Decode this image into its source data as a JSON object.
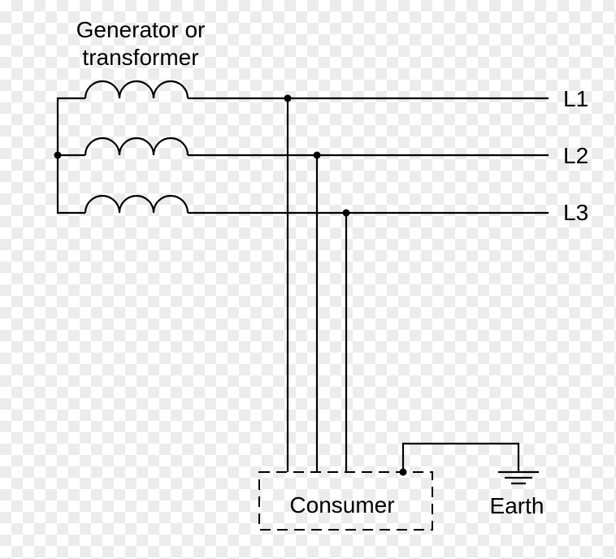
{
  "title_line1": "Generator or",
  "title_line2": "transformer",
  "phases": [
    {
      "label": "L1"
    },
    {
      "label": "L2"
    },
    {
      "label": "L3"
    }
  ],
  "consumer_label": "Consumer",
  "earth_label": "Earth",
  "colors": {
    "line": "#000000",
    "background": "#ffffff"
  }
}
